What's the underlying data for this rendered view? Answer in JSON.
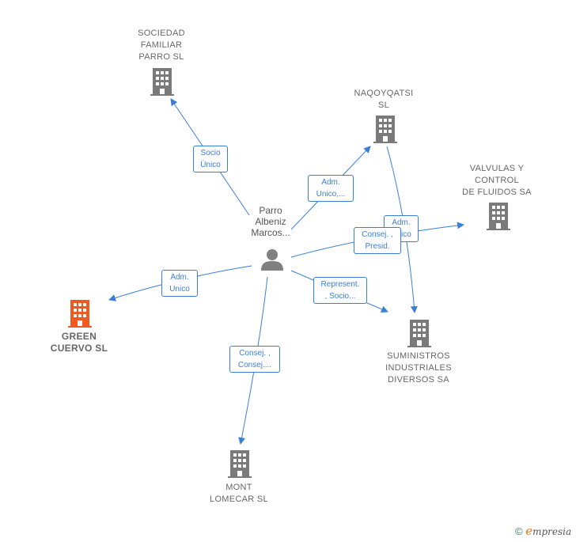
{
  "center": {
    "name": "Parro\nAlbeniz\nMarcos..."
  },
  "companies": [
    {
      "id": "sociedad",
      "name": "SOCIEDAD\nFAMILIAR\nPARRO  SL",
      "color": "#7a7a7a"
    },
    {
      "id": "naqoyqatsi",
      "name": "NAQOYQATSI\nSL",
      "color": "#7a7a7a"
    },
    {
      "id": "valvulas",
      "name": "VALVULAS Y\nCONTROL\nDE FLUIDOS SA",
      "color": "#7a7a7a"
    },
    {
      "id": "suministros",
      "name": "SUMINISTROS\nINDUSTRIALES\nDIVERSOS SA",
      "color": "#7a7a7a"
    },
    {
      "id": "green",
      "name": "GREEN\nCUERVO  SL",
      "color": "#f05a22"
    },
    {
      "id": "mont",
      "name": "MONT\nLOMECAR  SL",
      "color": "#7a7a7a"
    }
  ],
  "relations": [
    {
      "id": "r-sociedad",
      "label": "Socio\nÚnico"
    },
    {
      "id": "r-naqoyqatsi",
      "label": "Adm.\nUnico,..."
    },
    {
      "id": "r-naq-sum",
      "label": "Adm.\nUnico"
    },
    {
      "id": "r-valvulas",
      "label": "Consej. ,\nPresid."
    },
    {
      "id": "r-suministros",
      "label": "Represent.\n, Socio..."
    },
    {
      "id": "r-green",
      "label": "Adm.\nUnico"
    },
    {
      "id": "r-mont",
      "label": "Consej. ,\nConsej...."
    }
  ],
  "edge_color": "#3a7fd5",
  "copyright": {
    "symbol": "©",
    "brand_initial": "e",
    "brand_rest": "mpresia"
  }
}
